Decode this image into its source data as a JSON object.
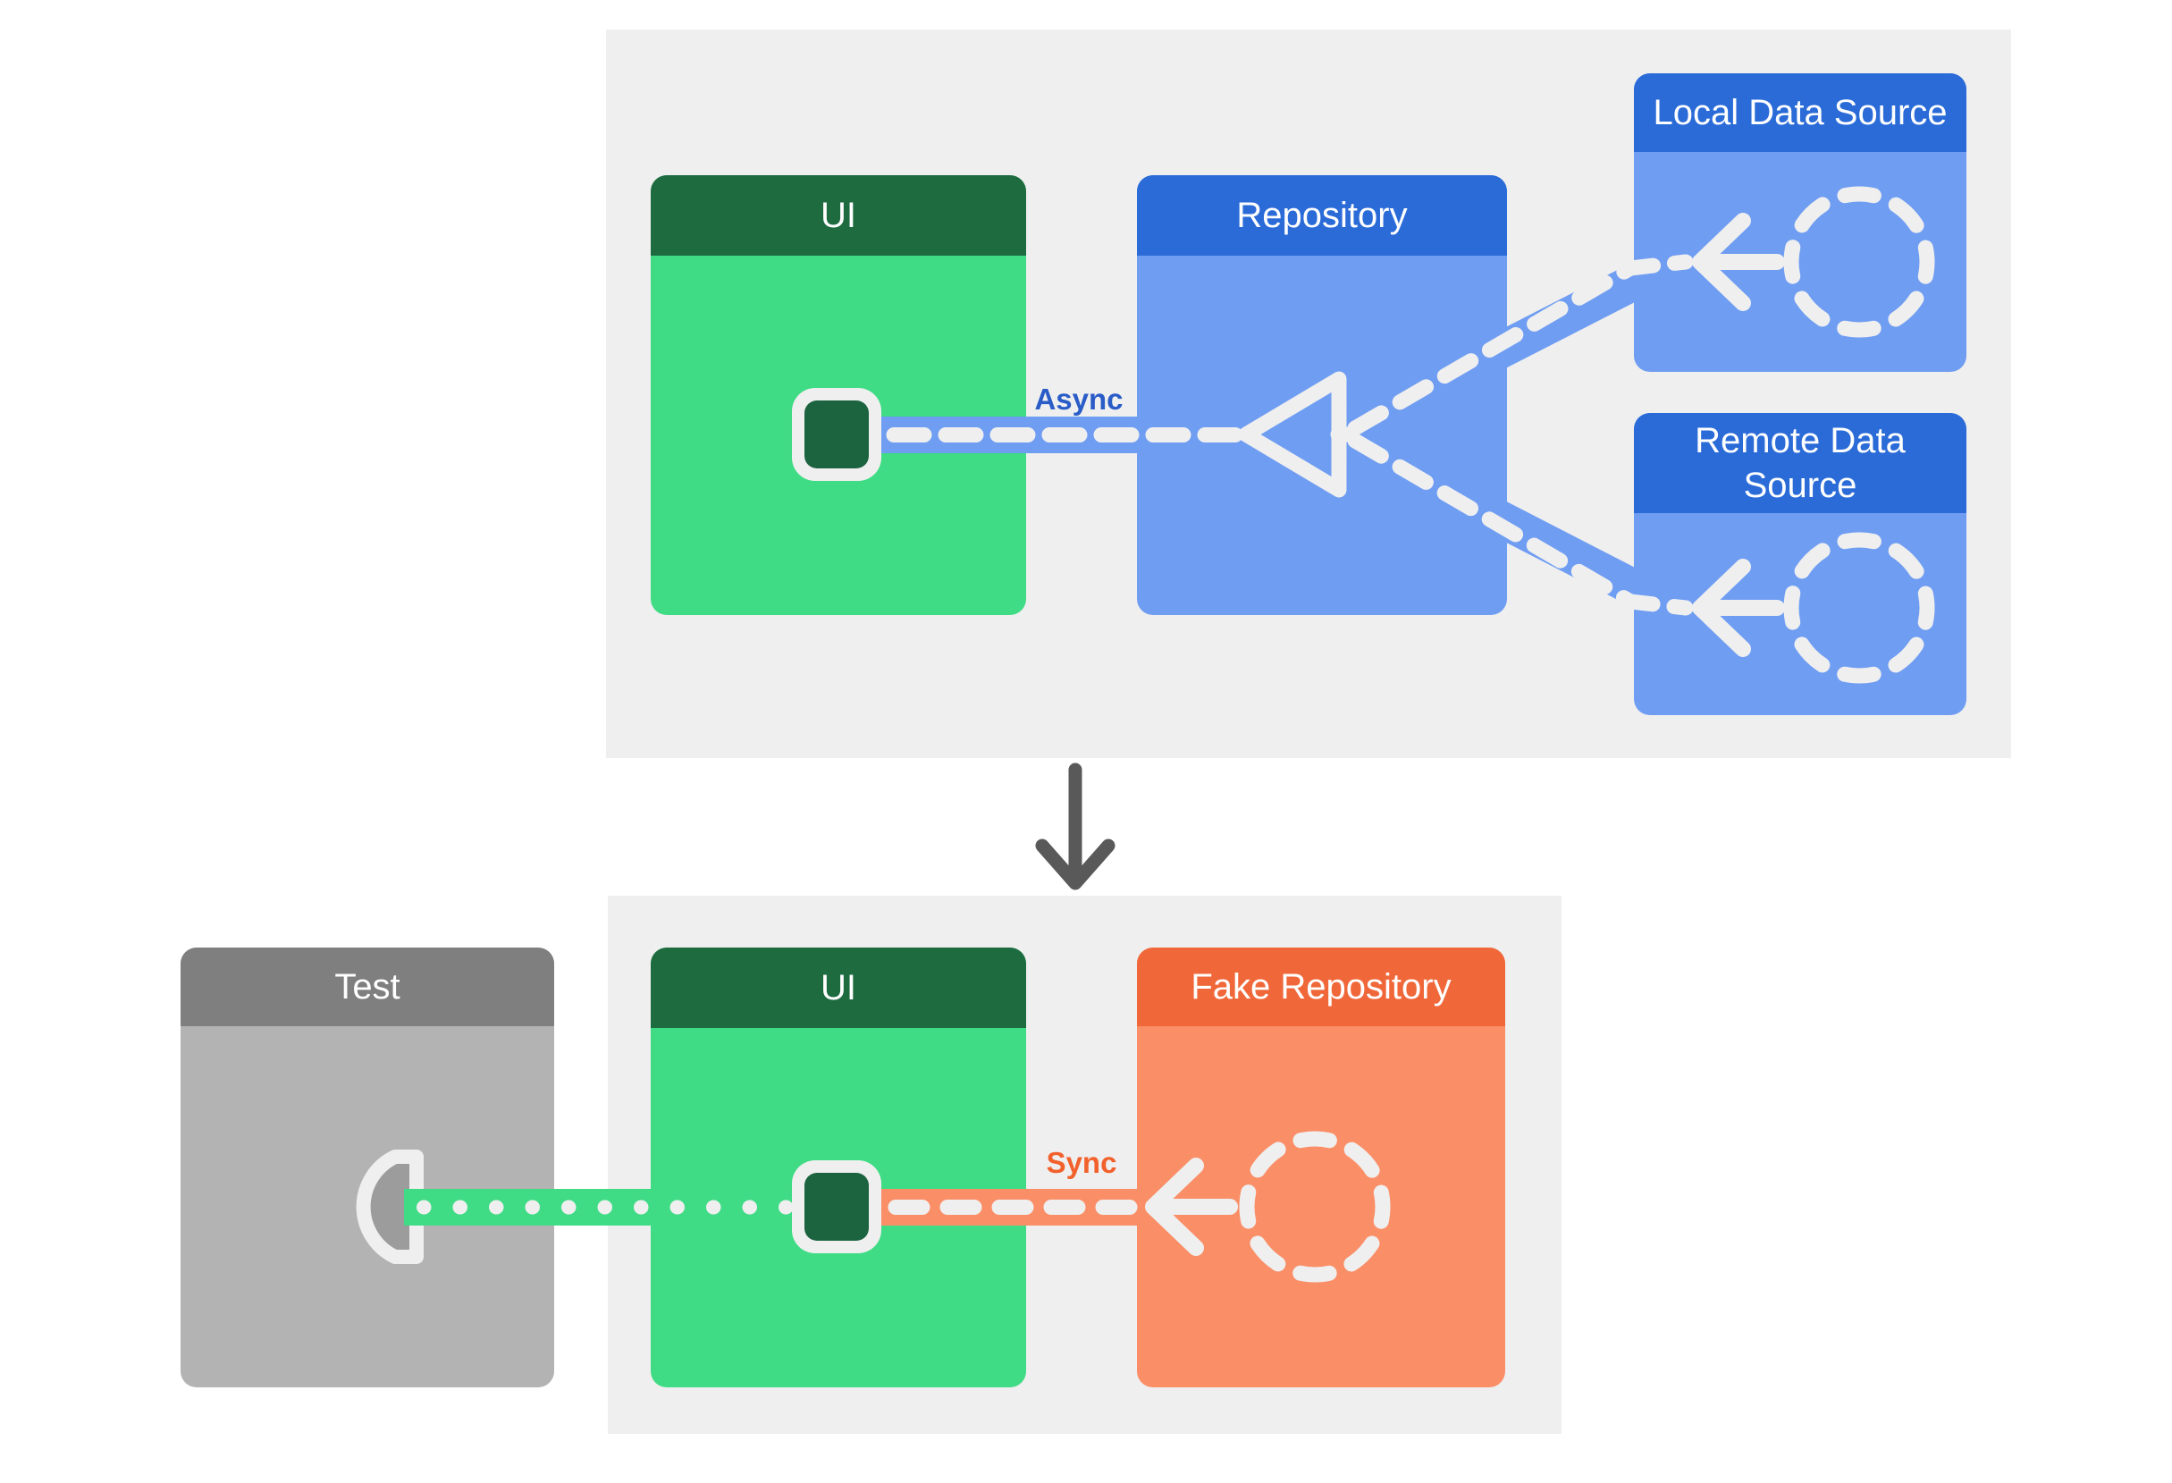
{
  "colors": {
    "page_bg": "#ffffff",
    "panel_bg": "#efefef",
    "green_header": "#1e6b40",
    "green_body": "#40db85",
    "blue_header": "#2a6bd8",
    "blue_body": "#6f9df2",
    "gray_header": "#7f7f7f",
    "gray_body": "#b3b3b3",
    "orange_header": "#f0683a",
    "orange_body": "#fa8e67",
    "port_green": "#1c6340",
    "socket_gray": "#9c9c9c",
    "flow_white": "#efefef",
    "title_text": "#ffffff",
    "async_text": "#2a5cc8",
    "sync_text": "#f2612c",
    "flow_arrow_gray": "#595959"
  },
  "top_section": {
    "ui_card": {
      "title": "UI"
    },
    "repository_card": {
      "title": "Repository"
    },
    "local_data_source_card": {
      "title": "Local Data Source"
    },
    "remote_data_source_card": {
      "title": "Remote Data Source"
    },
    "async_label": "Async"
  },
  "bottom_section": {
    "test_card": {
      "title": "Test"
    },
    "ui_card": {
      "title": "UI"
    },
    "fake_repository_card": {
      "title": "Fake Repository"
    },
    "sync_label": "Sync"
  },
  "icons": {
    "merge_triangle_icon": "triangle-outline-pointing-left",
    "dashed_circle_icon": "dashed-stroke-circle",
    "arrow_left_icon": "left-pointing-arrow",
    "down_arrow_icon": "down-pointing-arrow",
    "port_square_icon": "rounded-square-connector",
    "socket_icon": "d-shaped-socket"
  }
}
